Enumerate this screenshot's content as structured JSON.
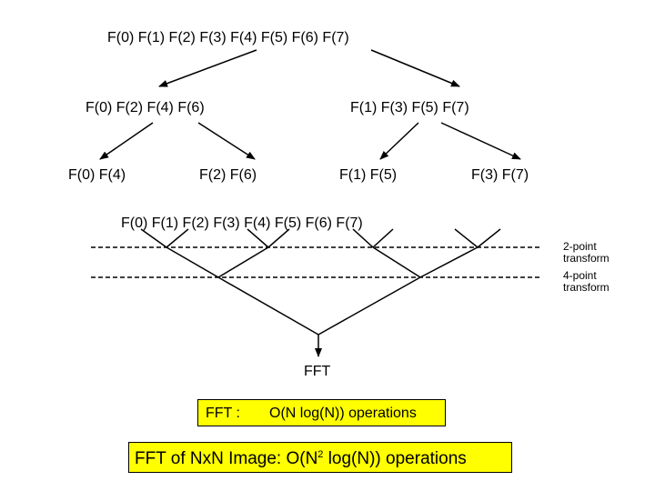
{
  "level0": "F(0)  F(1)  F(2)  F(3)  F(4)  F(5)  F(6)  F(7)",
  "level1": {
    "even": "F(0)  F(2)  F(4)  F(6)",
    "odd": "F(1)  F(3)  F(5)  F(7)"
  },
  "level2": {
    "a": "F(0)  F(4)",
    "b": "F(2)  F(6)",
    "c": "F(1)  F(5)",
    "d": "F(3)  F(7)"
  },
  "level3": "F(0)  F(1)  F(2)  F(3)  F(4)  F(5)  F(6)  F(7)",
  "notes": {
    "two_point": "2-point transform",
    "four_point": "4-point transform"
  },
  "result": "FFT",
  "box1": {
    "label": "FFT :",
    "text": "O(N log(N))  operations"
  },
  "box2": {
    "prefix": "FFT of NxN Image:  O(N",
    "sup": "2",
    "suffix": " log(N))  operations"
  },
  "colors": {
    "box_fill": "#ffff00",
    "line": "#000000",
    "background": "#ffffff"
  }
}
